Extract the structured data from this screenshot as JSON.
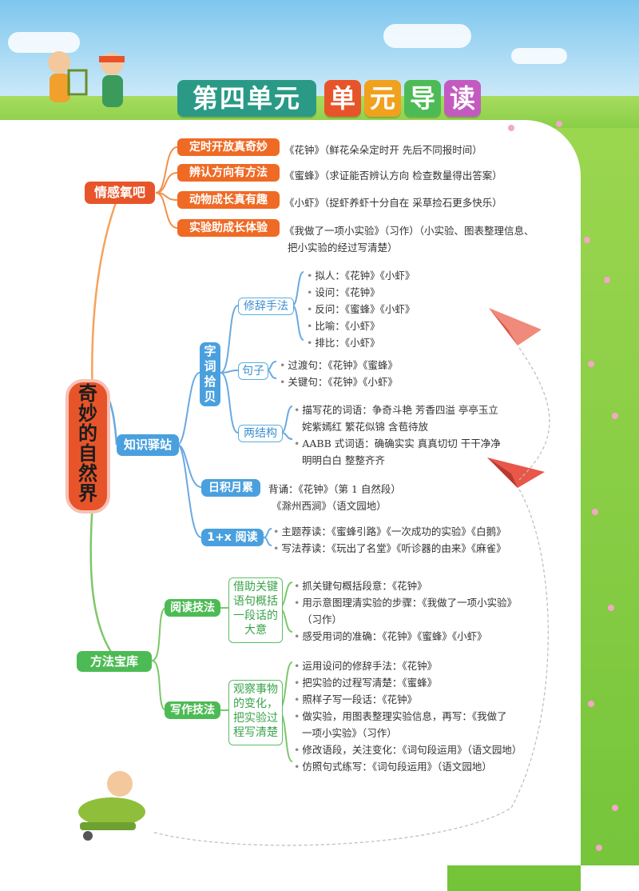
{
  "header": {
    "unit_title": "第四单元",
    "guide_chars": [
      "单",
      "元",
      "导",
      "读"
    ]
  },
  "center": {
    "title_chars": [
      "奇",
      "妙",
      "的",
      "自",
      "然",
      "界"
    ]
  },
  "emotion": {
    "label": "情感氧吧",
    "items": [
      {
        "tag": "定时开放真奇妙",
        "text": "《花钟》（鲜花朵朵定时开  先后不同报时间）"
      },
      {
        "tag": "辨认方向有方法",
        "text": "《蜜蜂》（求证能否辨认方向  检查数量得出答案）"
      },
      {
        "tag": "动物成长真有趣",
        "text": "《小虾》（捉虾养虾十分自在  采草捡石更多快乐）"
      },
      {
        "tag": "实验助成长体验",
        "text": "《我做了一项小实验》（习作）（小实验、图表整理信息、",
        "text2": "把小实验的经过写清楚）"
      }
    ]
  },
  "knowledge": {
    "label": "知识驿站",
    "word_label": "字词拾贝",
    "rhetoric": {
      "label": "修辞手法",
      "items": [
        "拟人：《花钟》《小虾》",
        "设问：《花钟》",
        "反问：《蜜蜂》《小虾》",
        "比喻：《小虾》",
        "排比：《小虾》"
      ]
    },
    "sentence": {
      "label": "句子",
      "items": [
        "过渡句：《花钟》《蜜蜂》",
        "关键句：《花钟》《小虾》"
      ]
    },
    "structure": {
      "label": "两结构",
      "items": [
        "描写花的词语：争奇斗艳   芳香四溢   亭亭玉立",
        "姹紫嫣红   繁花似锦   含苞待放",
        "AABB 式词语：确确实实   真真切切   干干净净",
        "明明白白   整整齐齐"
      ]
    },
    "daily": {
      "label": "日积月累",
      "items": [
        "背诵：《花钟》（第 1 自然段）",
        "《滁州西涧》（语文园地）"
      ]
    },
    "reading": {
      "label": "1+x 阅读",
      "items": [
        "主题荐读：《蜜蜂引路》《一次成功的实验》《白鹅》",
        "写法荐读：《玩出了名堂》《听诊器的由来》《麻雀》"
      ]
    }
  },
  "methods": {
    "label": "方法宝库",
    "reading_skill": {
      "label": "阅读技法",
      "box": "借助关键语句概括一段话的大意",
      "items": [
        "抓关键句概括段意：《花钟》",
        "用示意图理清实验的步骤：《我做了一项小实验》",
        "（习作）",
        "感受用词的准确：《花钟》《蜜蜂》《小虾》"
      ]
    },
    "writing_skill": {
      "label": "写作技法",
      "box": "观察事物的变化，把实验过程写清楚",
      "items": [
        "运用设问的修辞手法：《花钟》",
        "把实验的过程写清楚：《蜜蜂》",
        "照样子写一段话：《花钟》",
        "做实验，用图表整理实验信息，再写：《我做了",
        "一项小实验》（习作）",
        "修改语段，关注变化：《词句段运用》（语文园地）",
        "仿照句式练写：《词句段运用》（语文园地）"
      ]
    }
  },
  "colors": {
    "teal": "#2a9a86",
    "red": "#e8542a",
    "orange": "#ef6a25",
    "blue": "#4aa0de",
    "green": "#4dbb55"
  }
}
